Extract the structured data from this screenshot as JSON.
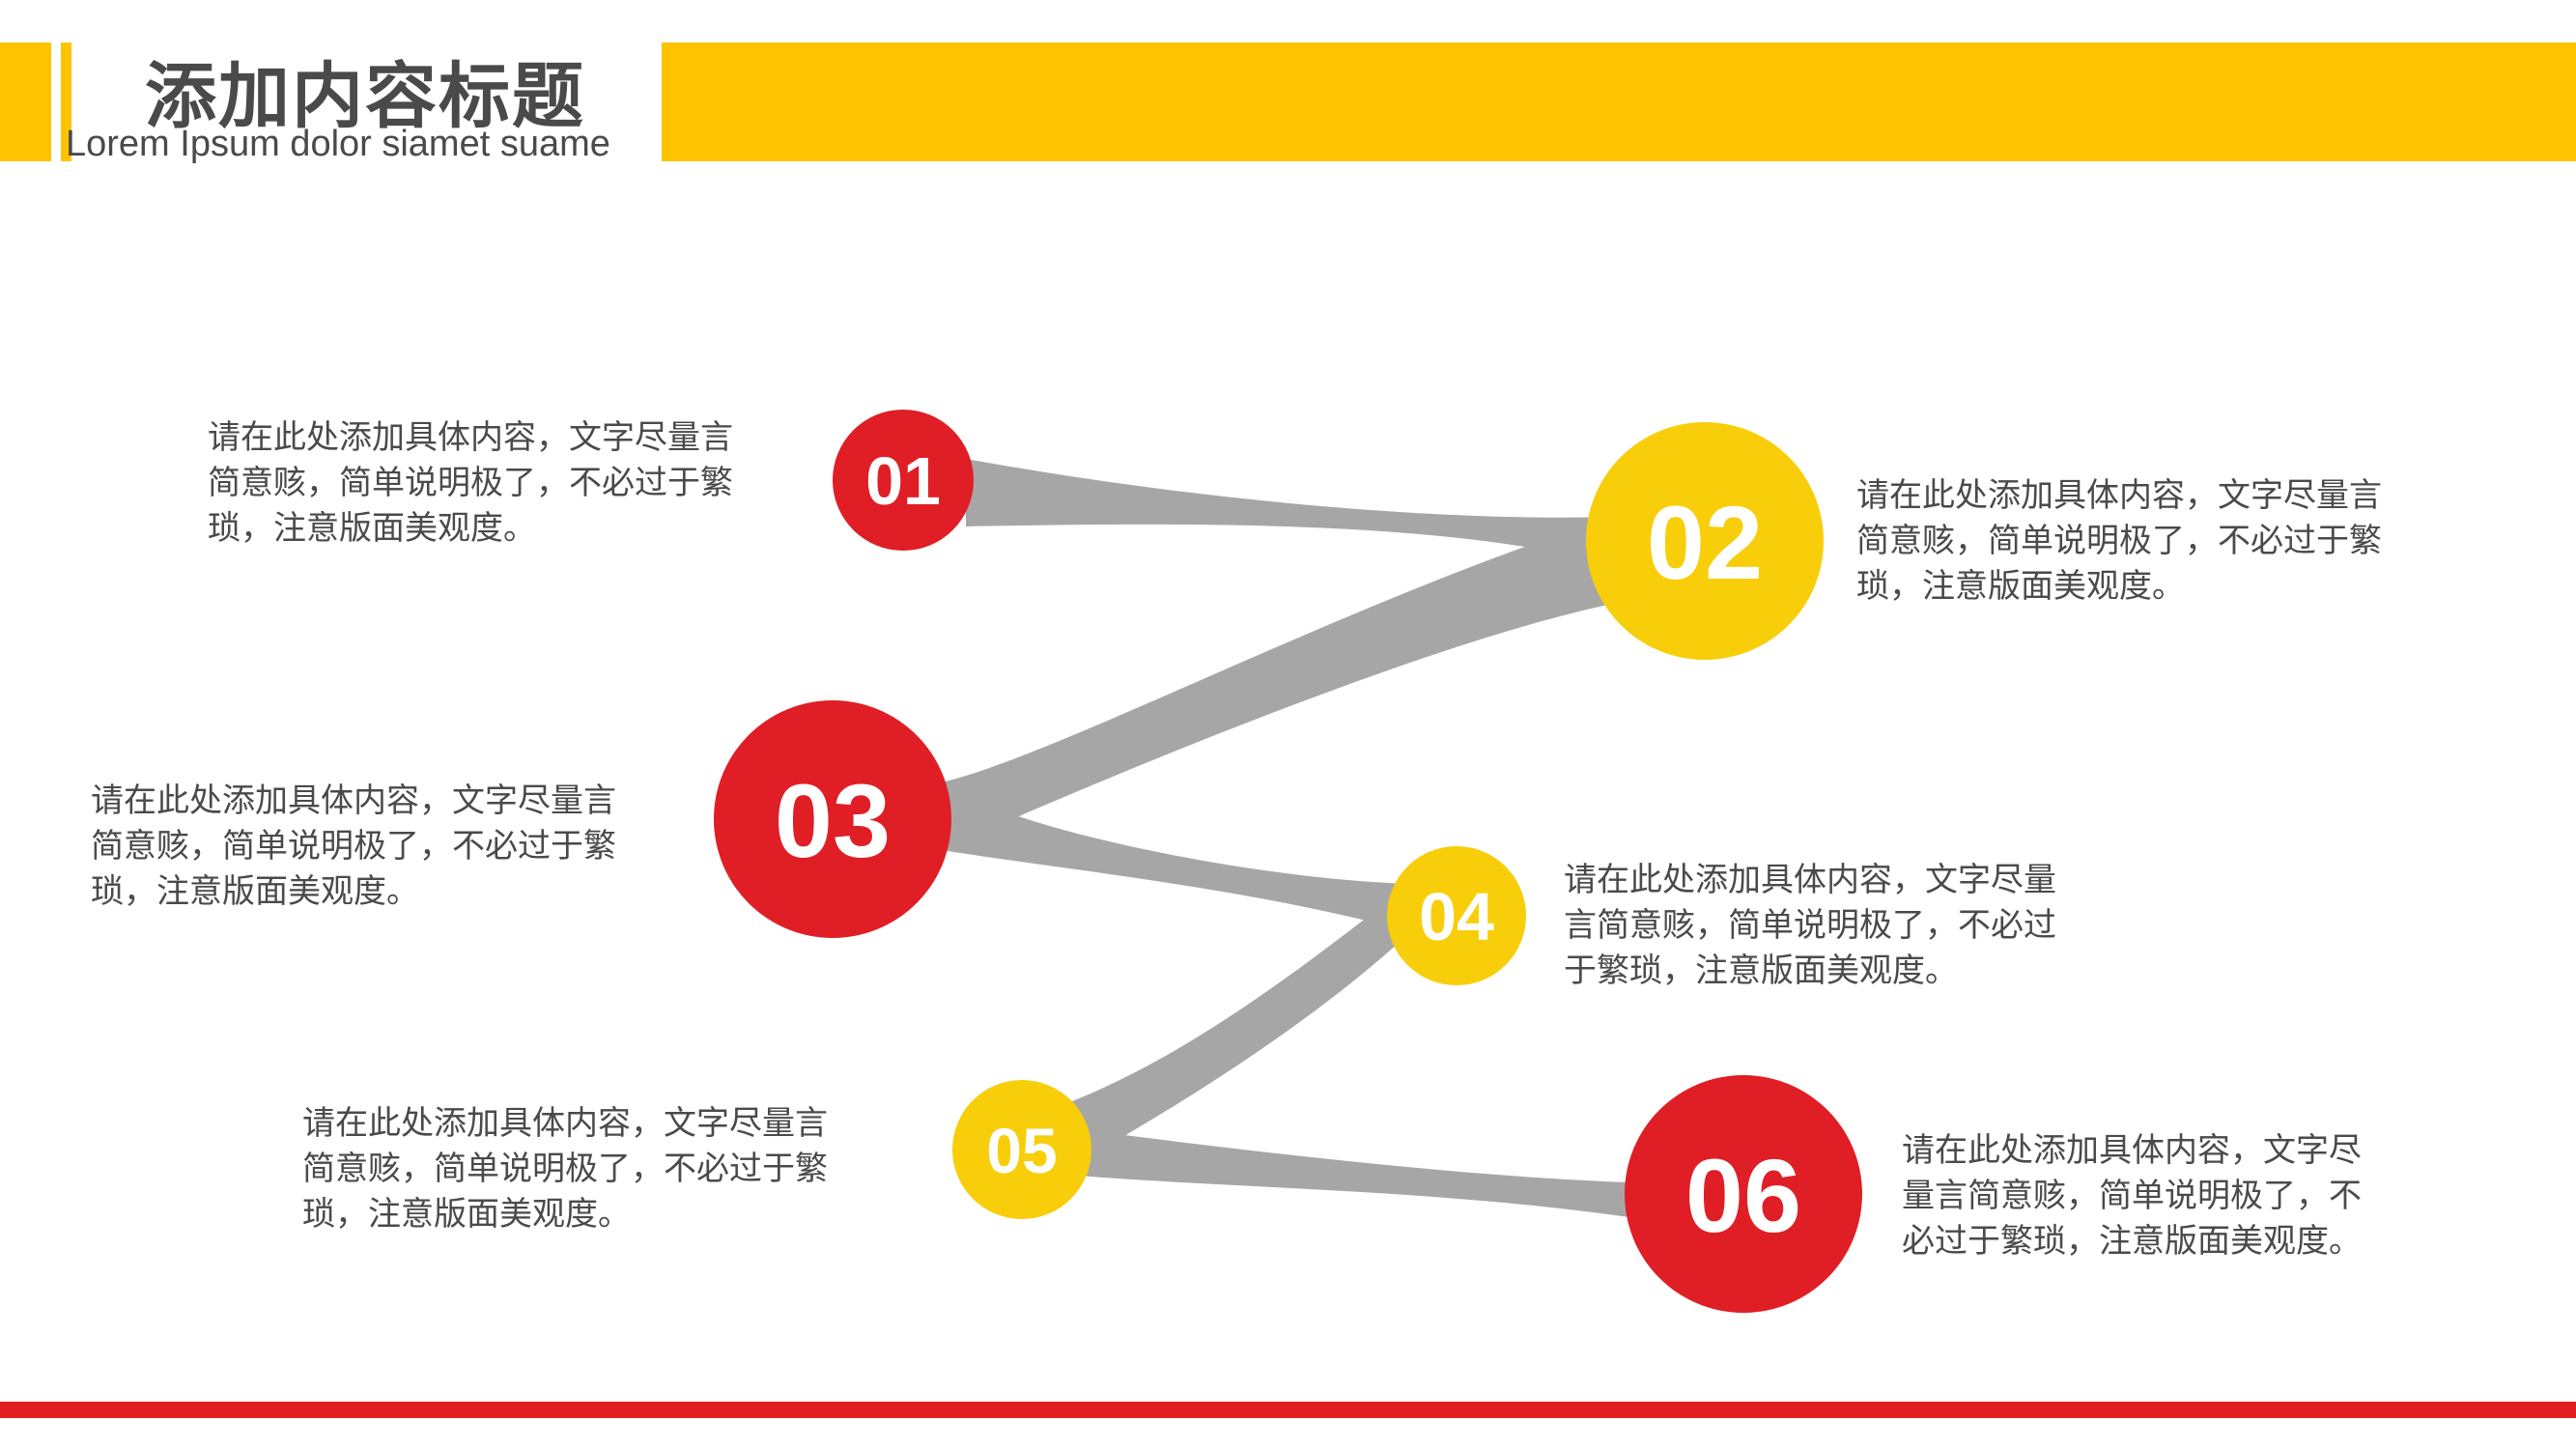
{
  "header": {
    "title": "添加内容标题",
    "subtitle": "Lorem Ipsum dolor siamet suame"
  },
  "colors": {
    "accent_yellow": "#FFC300",
    "circle_yellow": "#F8CE0A",
    "circle_red": "#E01E25",
    "connector_gray": "#A6A6A6"
  },
  "steps": [
    {
      "number": "01",
      "color": "red",
      "text": [
        "请在此处添加具体内容，文字尽量言",
        "简意赅，简单说明极了，不必过于繁",
        "琐，注意版面美观度。"
      ]
    },
    {
      "number": "02",
      "color": "yellow",
      "text": [
        "请在此处添加具体内容，文字尽量言",
        "简意赅，简单说明极了，不必过于繁",
        "琐，注意版面美观度。"
      ]
    },
    {
      "number": "03",
      "color": "red",
      "text": [
        "请在此处添加具体内容，文字尽量言",
        "简意赅，简单说明极了，不必过于繁",
        "琐，注意版面美观度。"
      ]
    },
    {
      "number": "04",
      "color": "yellow",
      "text": [
        "请在此处添加具体内容，文字尽量",
        "言简意赅，简单说明极了，不必过",
        "于繁琐，注意版面美观度。"
      ]
    },
    {
      "number": "05",
      "color": "yellow",
      "text": [
        "请在此处添加具体内容，文字尽量言",
        "简意赅，简单说明极了，不必过于繁",
        "琐，注意版面美观度。"
      ]
    },
    {
      "number": "06",
      "color": "red",
      "text": [
        "请在此处添加具体内容，文字尽",
        "量言简意赅，简单说明极了，不",
        "必过于繁琐，注意版面美观度。"
      ]
    }
  ]
}
